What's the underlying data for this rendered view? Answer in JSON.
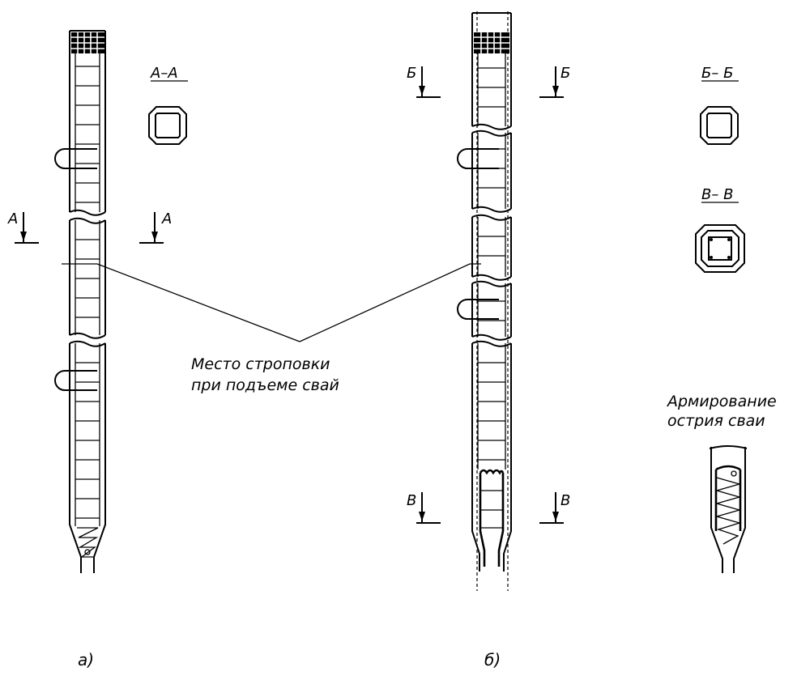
{
  "labels": {
    "section_aa": "А–А",
    "section_bb": "Б– Б",
    "section_vv": "В– В",
    "mark_a": "А",
    "mark_b": "Б",
    "mark_v": "В",
    "sling_line1": "Место  строповки",
    "sling_line2": "при  подъеме  свай",
    "tip_line1": "Армирование",
    "tip_line2": "острия  сваи",
    "fig_a": "а)",
    "fig_b": "б)"
  }
}
